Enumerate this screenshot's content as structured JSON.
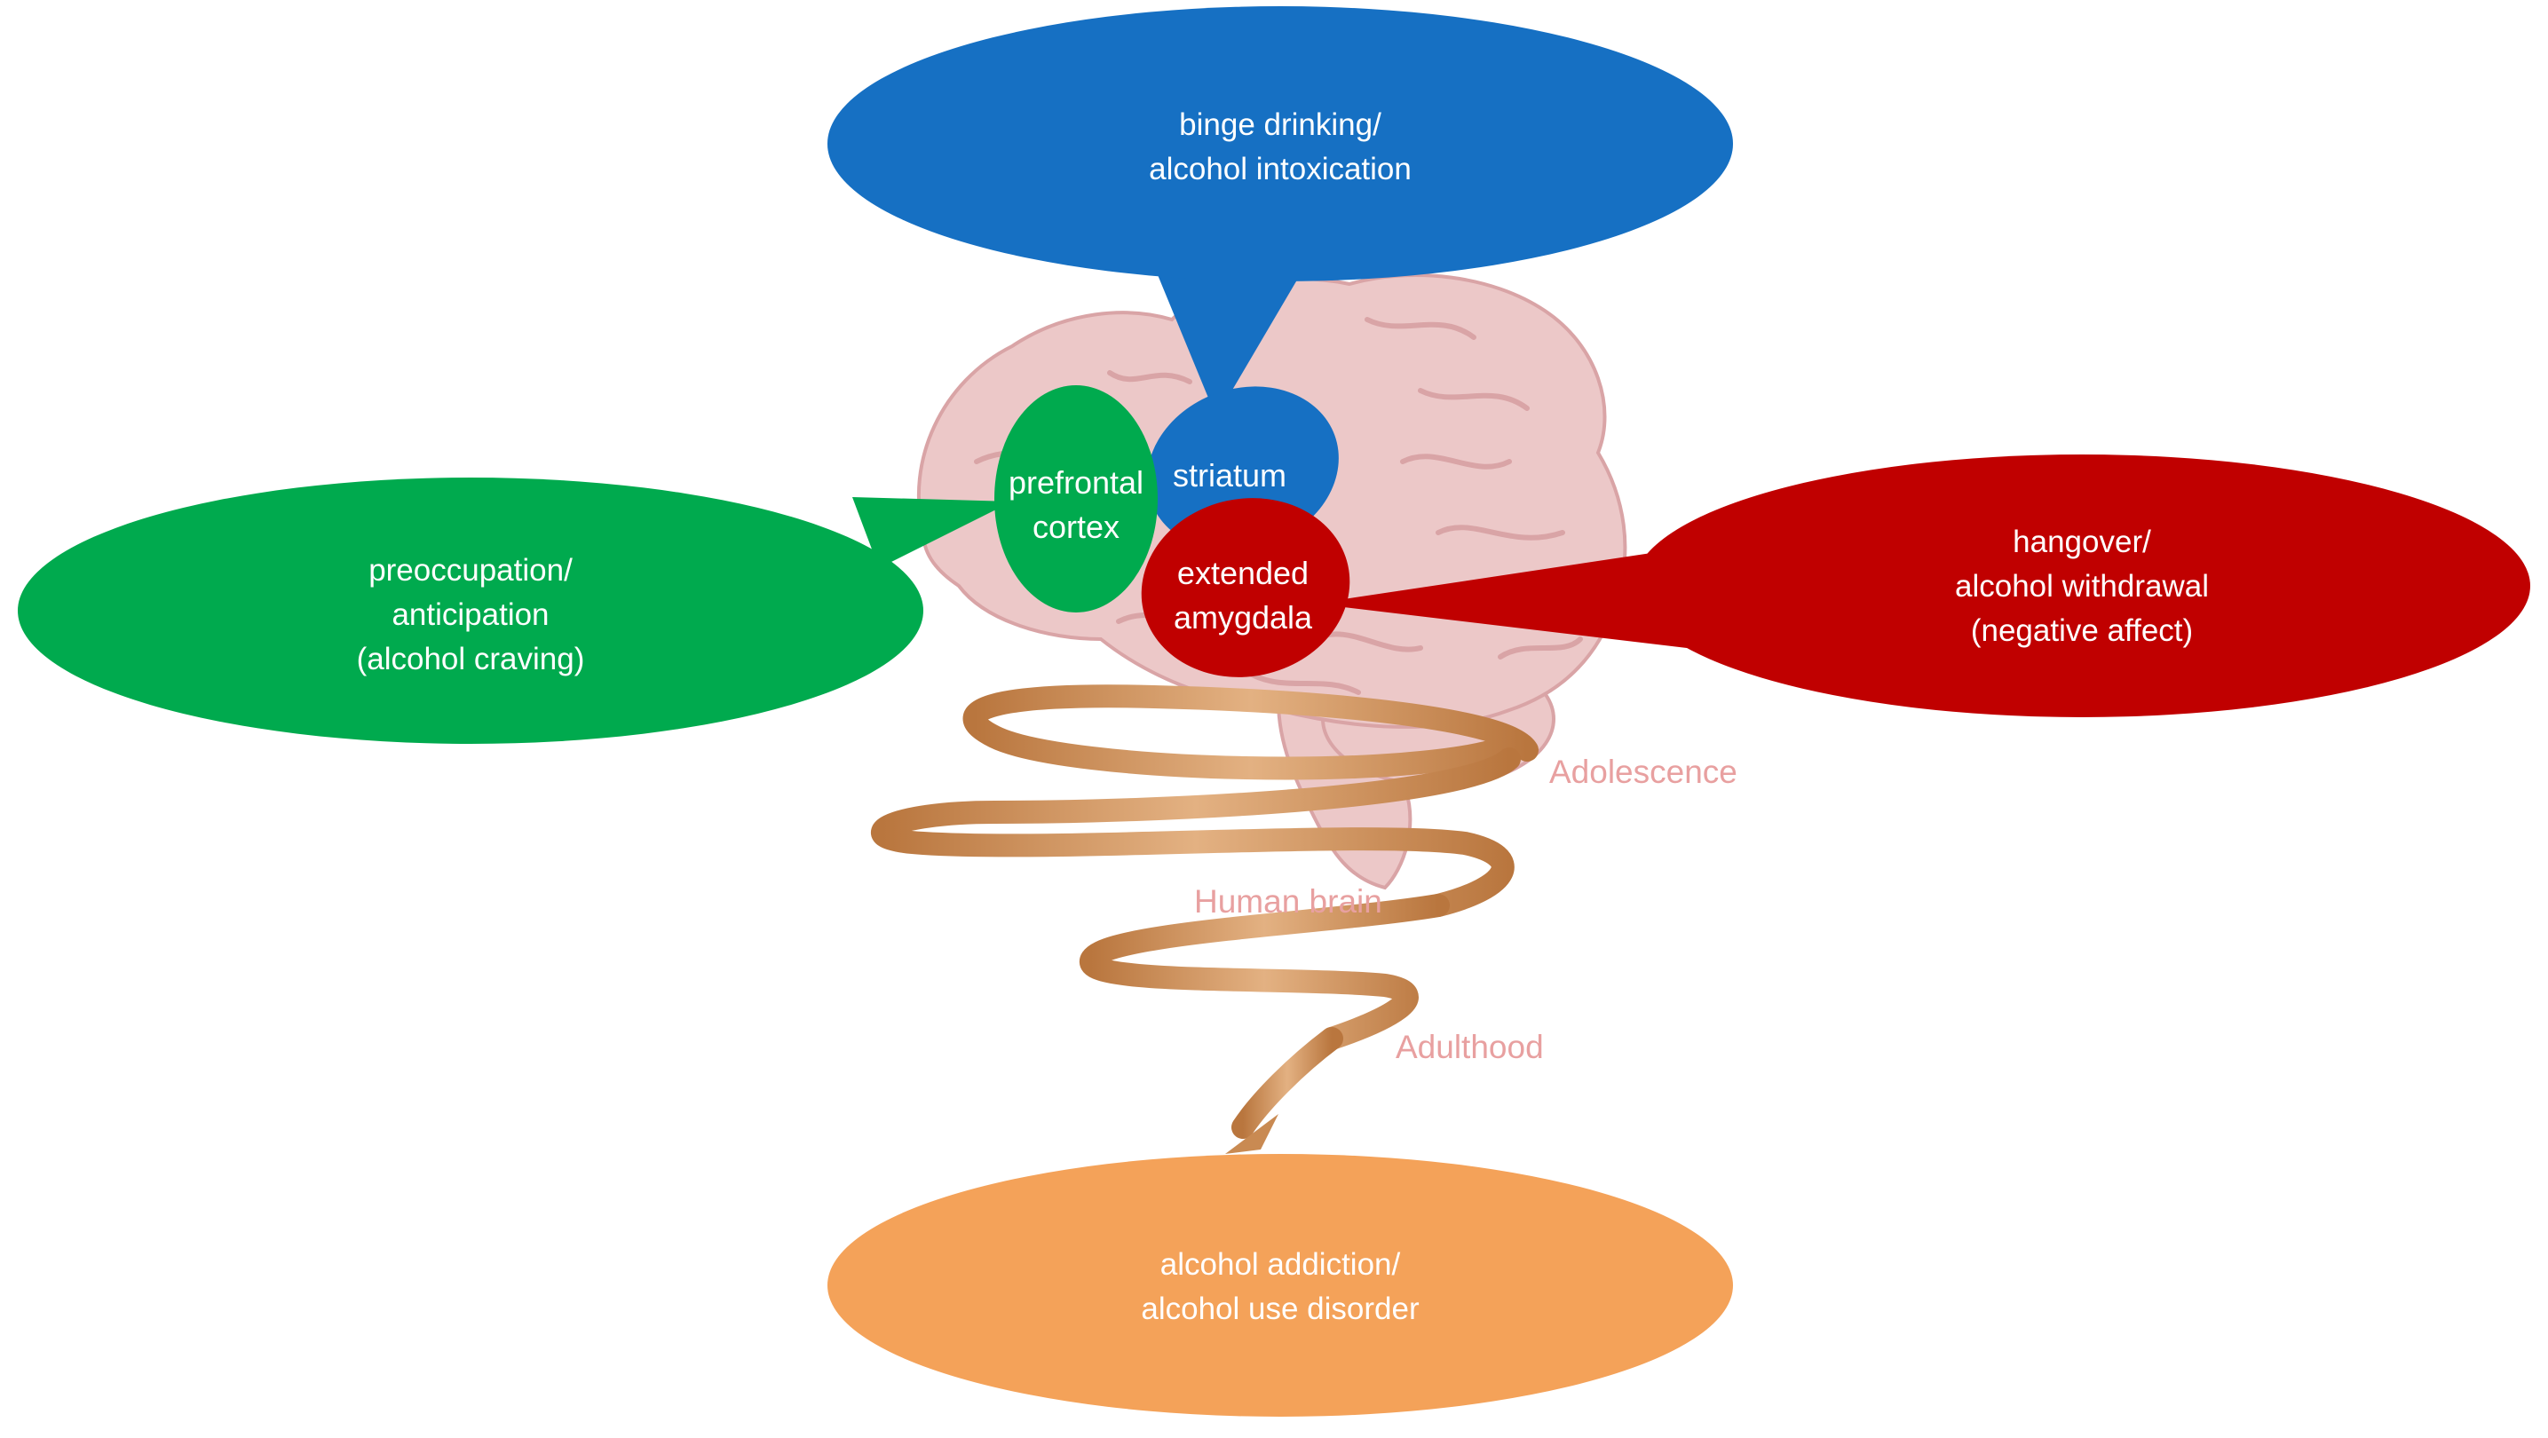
{
  "colors": {
    "blue": "#1670c3",
    "green": "#00aa4e",
    "red": "#c00000",
    "orange": "#f4a259",
    "brain": "#ecc8c8",
    "brain_fold": "#d9a4a6",
    "spiral": "#c98a52",
    "stage_label": "#e8a0a0"
  },
  "bubbles": {
    "binge": {
      "line1": "binge drinking/",
      "line2": "alcohol intoxication"
    },
    "preoccupation": {
      "line1": "preoccupation/",
      "line2": "anticipation",
      "line3": "(alcohol craving)"
    },
    "hangover": {
      "line1": "hangover/",
      "line2": "alcohol withdrawal",
      "line3": "(negative affect)"
    },
    "addiction": {
      "line1": "alcohol addiction/",
      "line2": "alcohol use disorder"
    }
  },
  "regions": {
    "prefrontal": {
      "line1": "prefrontal",
      "line2": "cortex"
    },
    "striatum": {
      "line1": "striatum"
    },
    "amygdala": {
      "line1": "extended",
      "line2": "amygdala"
    }
  },
  "stages": {
    "adolescence": "Adolescence",
    "human_brain": "Human brain",
    "adulthood": "Adulthood"
  }
}
